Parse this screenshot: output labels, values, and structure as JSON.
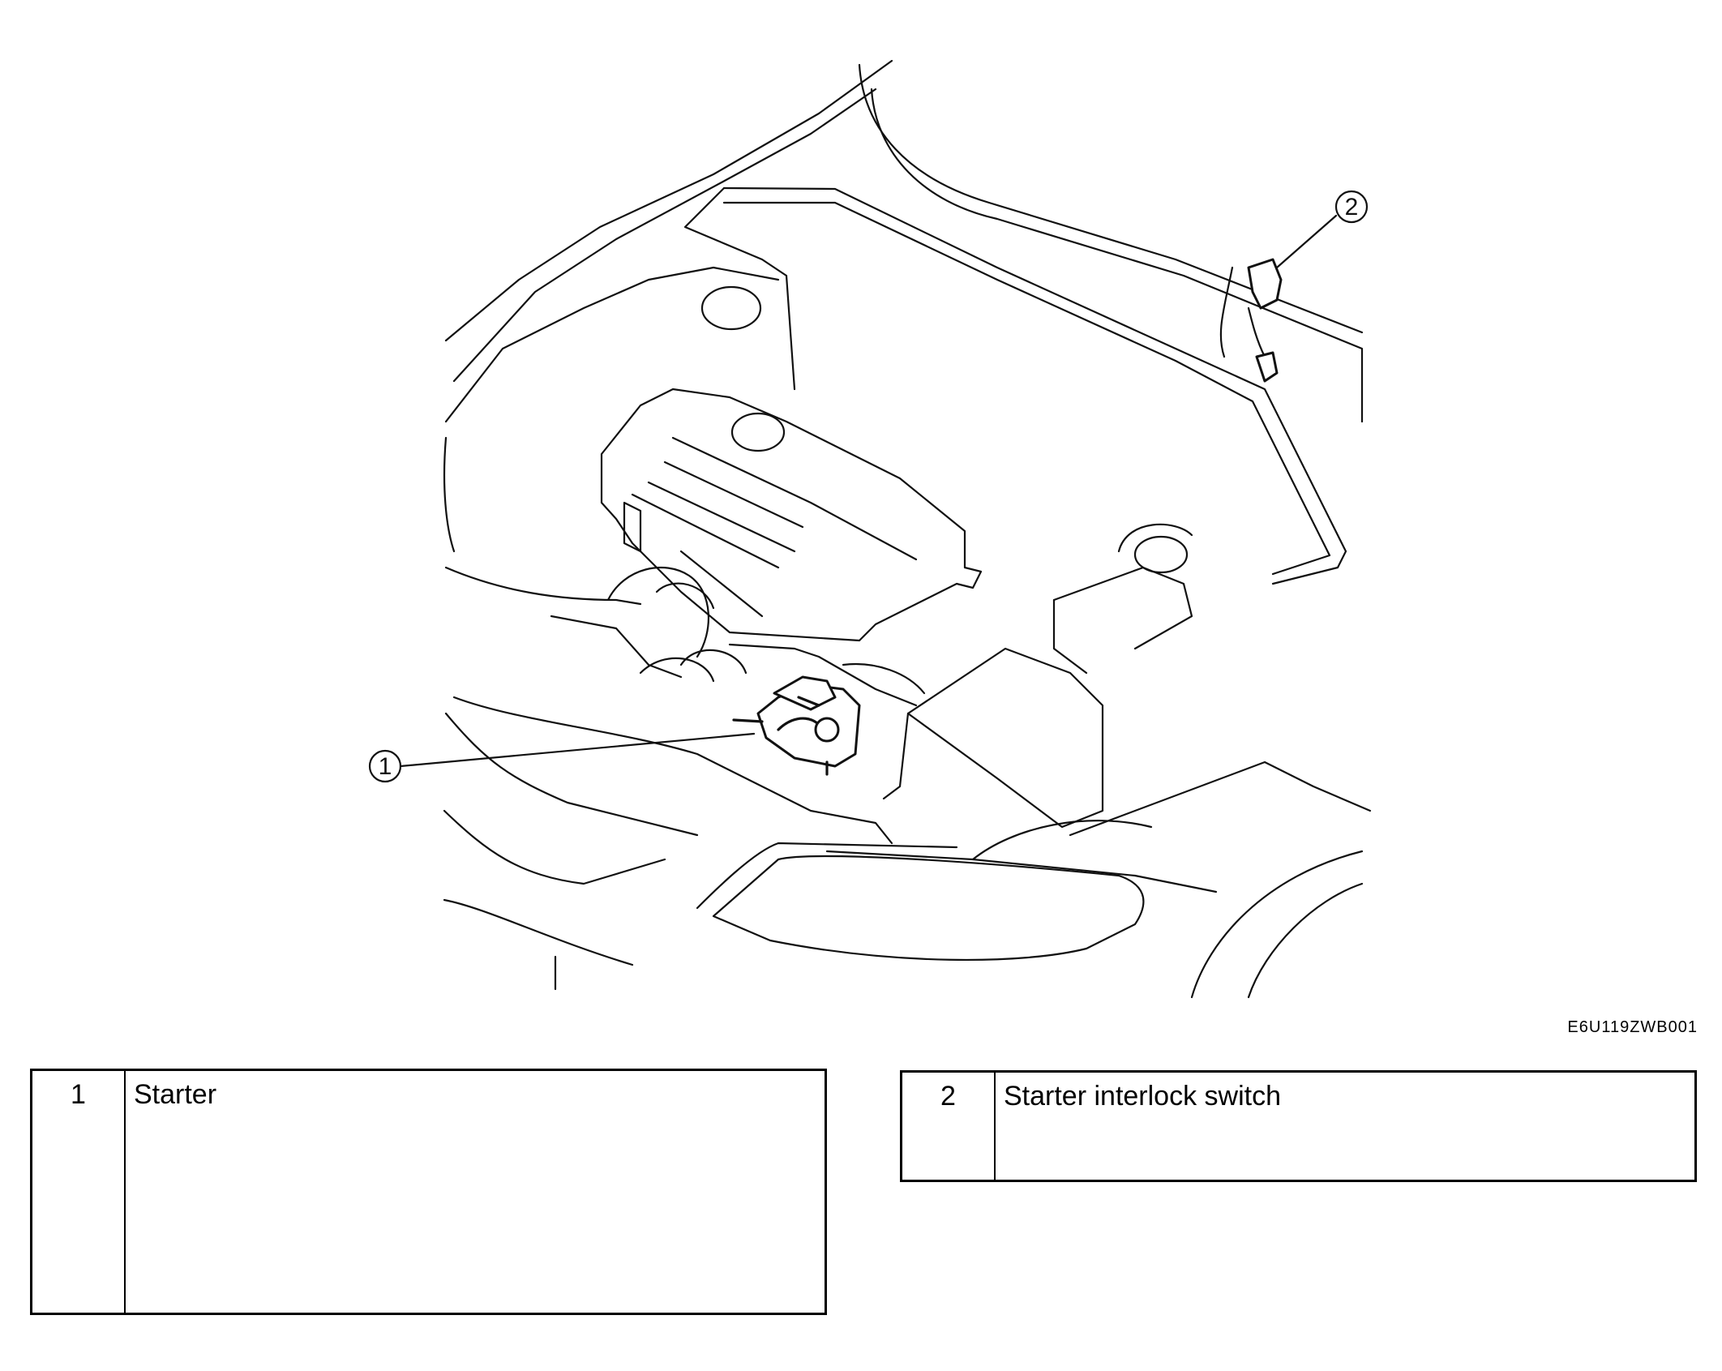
{
  "figure_code": "E6U119ZWB001",
  "callouts": [
    {
      "number": "1"
    },
    {
      "number": "2"
    }
  ],
  "legend": [
    {
      "number": "1",
      "label": "Starter"
    },
    {
      "number": "2",
      "label": "Starter interlock switch"
    }
  ]
}
